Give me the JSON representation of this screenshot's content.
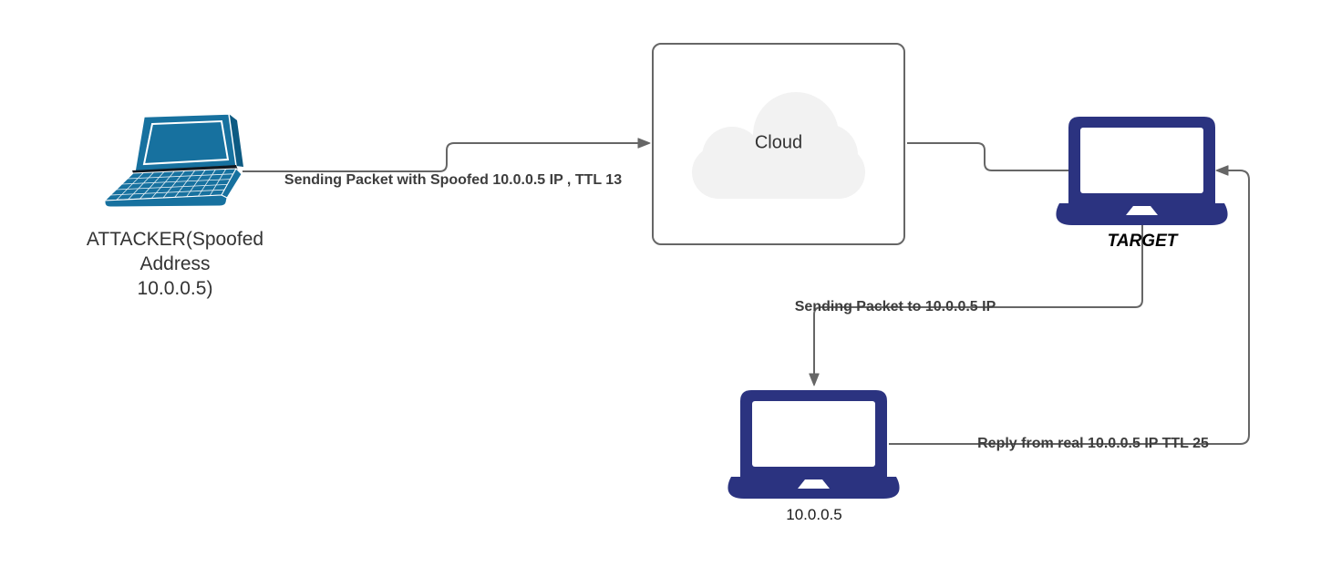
{
  "diagram": {
    "nodes": {
      "attacker": {
        "label": "ATTACKER(Spoofed\nAddress\n10.0.0.5)",
        "icon": "laptop-3d-icon"
      },
      "cloud": {
        "label": "Cloud",
        "icon": "cloud-icon"
      },
      "target": {
        "label": "TARGET",
        "icon": "laptop-front-icon"
      },
      "real_host": {
        "label": "10.0.0.5",
        "icon": "laptop-front-icon"
      }
    },
    "edges": {
      "attacker_to_cloud": {
        "label": "Sending Packet with Spoofed 10.0.0.5 IP , TTL 13"
      },
      "cloud_to_target": {
        "label": ""
      },
      "target_to_real_host": {
        "label": "Sending Packet to 10.0.0.5 IP"
      },
      "real_host_to_target": {
        "label": "Reply from real 10.0.0.5 IP TTL 25"
      }
    },
    "colors": {
      "canvas_bg": "#ffffff",
      "edge_line": "#666666",
      "edge_label_text": "#3d3d3d",
      "node_label_text": "#333333",
      "attacker_laptop": "#17719f",
      "attacker_laptop_dark": "#0d5a82",
      "navy_laptop": "#2b3380",
      "cloud_fill": "#f2f2f2",
      "cloud_border": "#666666"
    }
  }
}
